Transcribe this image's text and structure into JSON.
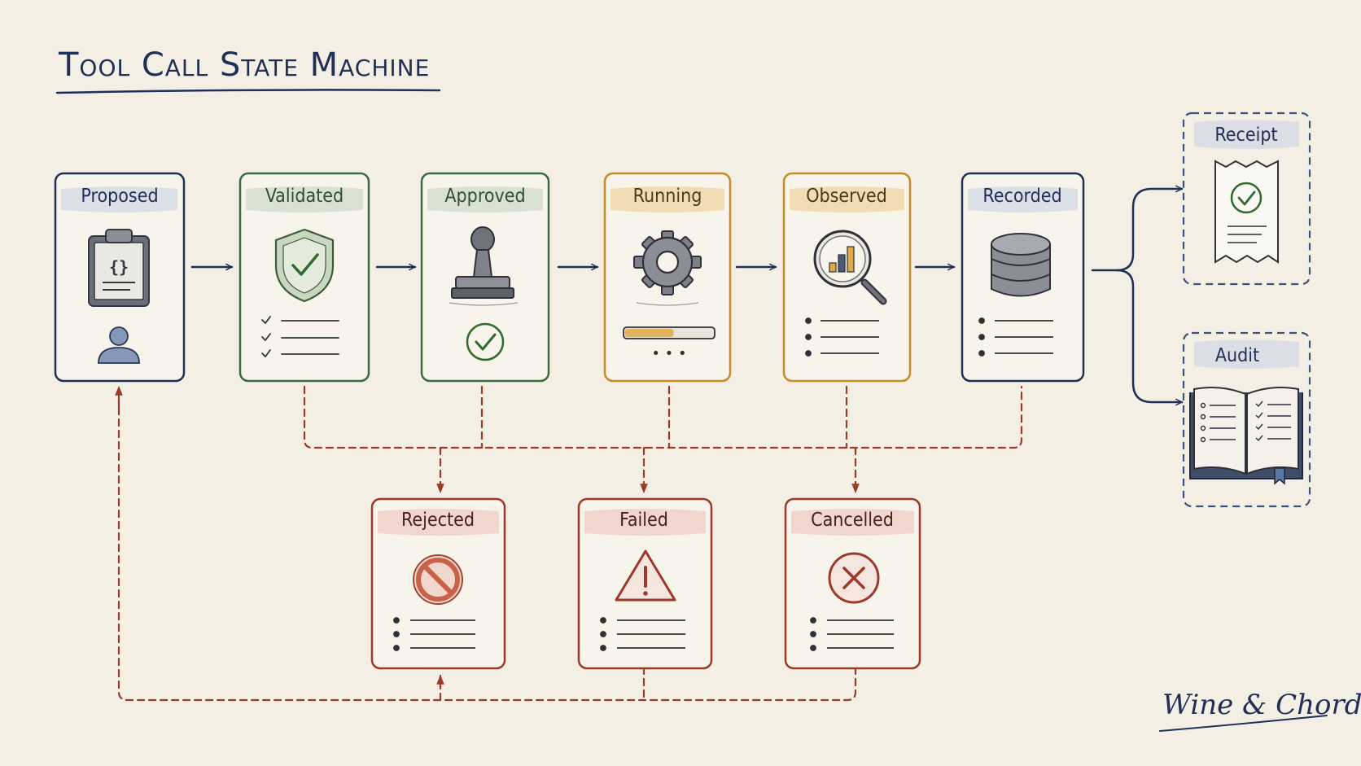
{
  "title": "Tool Call State Machine",
  "signature": "Wine & Chord",
  "colors": {
    "navy": "#1f2f55",
    "green": "#3b6b3a",
    "amber": "#c78a2a",
    "red": "#9c3a2a",
    "paper": "#f3efe4"
  },
  "states": {
    "proposed": "Proposed",
    "validated": "Validated",
    "approved": "Approved",
    "running": "Running",
    "observed": "Observed",
    "recorded": "Recorded",
    "rejected": "Rejected",
    "failed": "Failed",
    "cancelled": "Cancelled"
  },
  "outputs": {
    "receipt": "Receipt",
    "audit": "Audit"
  },
  "icons": {
    "proposed": [
      "clipboard-icon",
      "user-icon"
    ],
    "validated": [
      "shield-check-icon",
      "checklist-icon"
    ],
    "approved": [
      "stamp-icon",
      "check-circle-icon"
    ],
    "running": [
      "gear-icon",
      "progress-bar-icon"
    ],
    "observed": [
      "magnifier-chart-icon",
      "bullet-list-icon"
    ],
    "recorded": [
      "database-icon",
      "bullet-list-icon"
    ],
    "rejected": [
      "prohibited-icon",
      "bullet-list-icon"
    ],
    "failed": [
      "warning-icon",
      "bullet-list-icon"
    ],
    "cancelled": [
      "x-circle-icon",
      "bullet-list-icon"
    ],
    "receipt": [
      "receipt-icon"
    ],
    "audit": [
      "open-book-icon"
    ]
  },
  "running_progress": 0.55
}
